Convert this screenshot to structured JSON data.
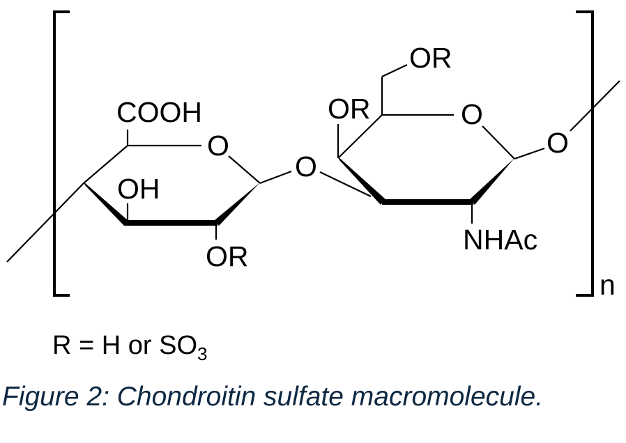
{
  "structure": {
    "left_ring": {
      "carboxyl": "COOH",
      "ring_oxygen": "O",
      "hydroxyl": "OH",
      "substituent": "OR"
    },
    "glycosidic_oxygen": "O",
    "right_ring": {
      "c6_substituent": "OR",
      "c4_substituent": "OR",
      "ring_oxygen": "O",
      "amide": "NHAc",
      "terminal_oxygen": "O"
    },
    "repeat_subscript": "n"
  },
  "legend": {
    "prefix": "R = H or SO",
    "subscript": "3"
  },
  "caption": "Figure 2: Chondroitin sulfate macromolecule."
}
